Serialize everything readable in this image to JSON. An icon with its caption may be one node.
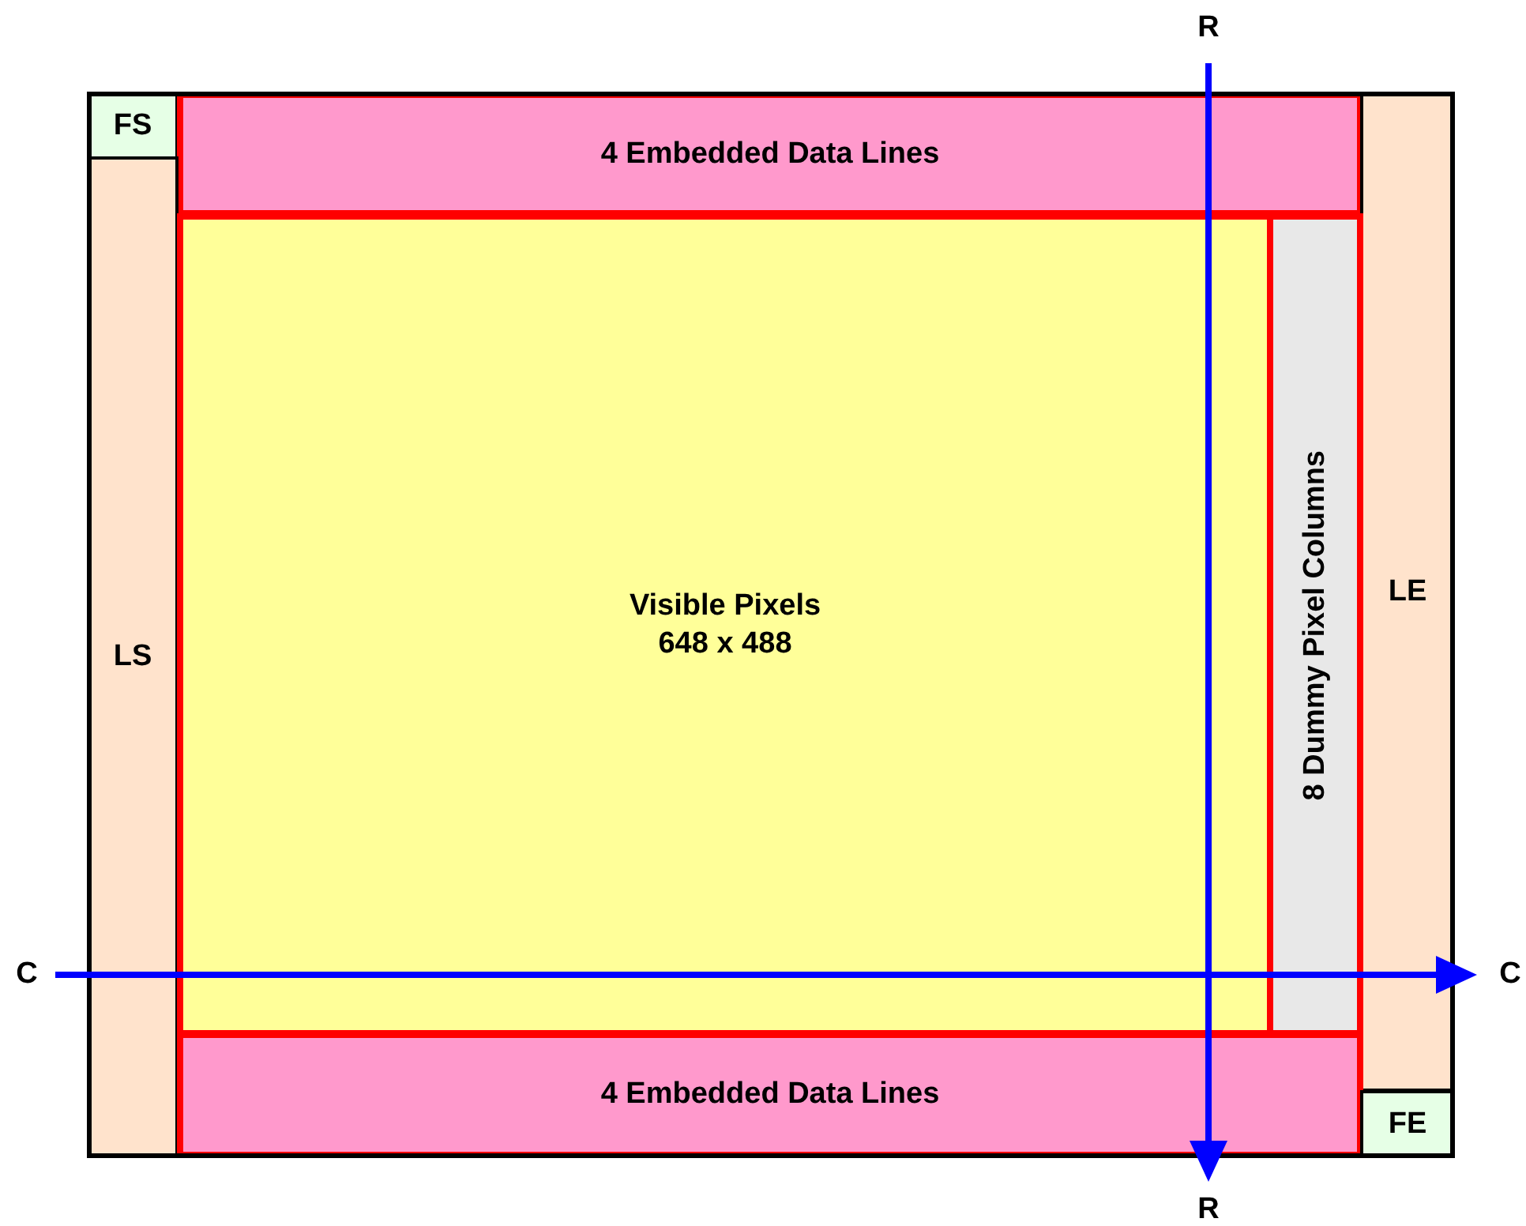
{
  "diagram": {
    "nodes": [
      {
        "text": [],
        "shape": "box"
      },
      {
        "text": [
          "FS"
        ],
        "in": 0
      },
      {
        "text": [
          "4 Embedded Data Lines"
        ],
        "in": 0
      },
      {
        "text": [
          "LE"
        ],
        "in": 0
      },
      {
        "text": [
          "LS"
        ],
        "in": 0
      },
      {
        "text": [
          "Visible Pixels",
          "648 x 488"
        ],
        "in": 0
      },
      {
        "text": [
          "8 Dummy Pixel Columns"
        ],
        "in": 0
      },
      {
        "text": [
          "4 Embedded Data Lines"
        ],
        "in": 0
      },
      {
        "text": [
          "FE"
        ],
        "in": 0
      }
    ],
    "labels": [
      "R",
      "C",
      "C",
      "R"
    ]
  }
}
